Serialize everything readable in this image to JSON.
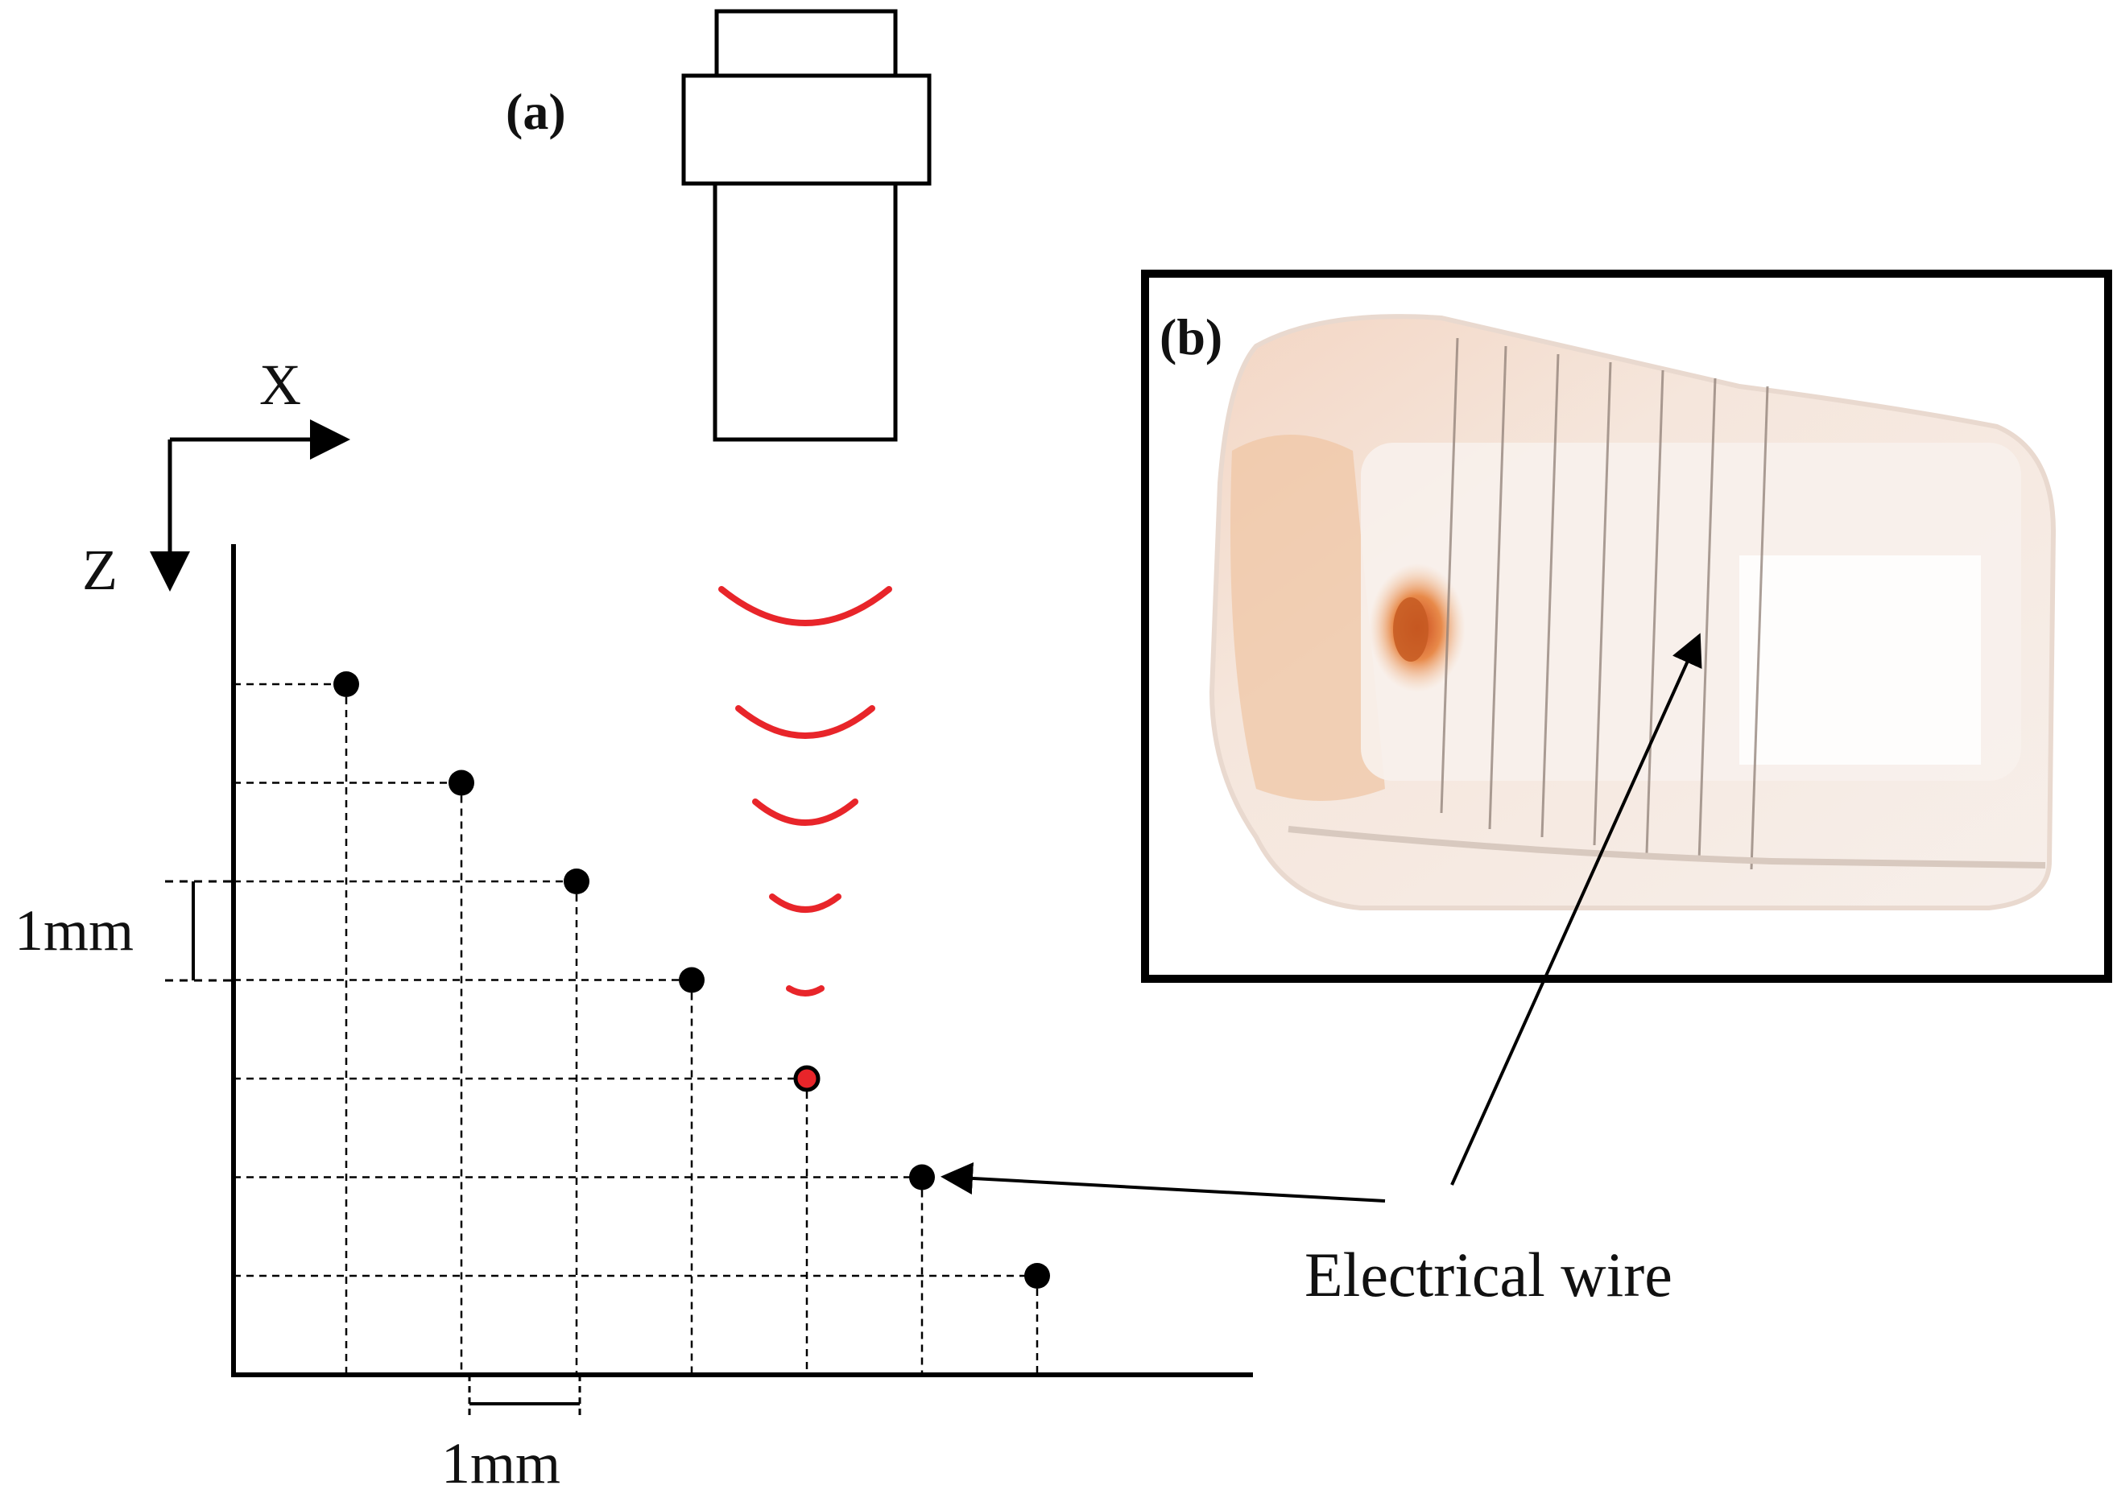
{
  "panel_a": {
    "label": "(a)",
    "axis_x_label": "X",
    "axis_z_label": "Z",
    "scale_z_label": "1mm",
    "scale_x_label": "1mm",
    "wires": [
      {
        "x": 1,
        "z": 1
      },
      {
        "x": 2,
        "z": 2
      },
      {
        "x": 3,
        "z": 3
      },
      {
        "x": 4,
        "z": 4
      },
      {
        "x": 5,
        "z": 5,
        "highlighted": true
      },
      {
        "x": 6,
        "z": 6
      },
      {
        "x": 7,
        "z": 7
      }
    ],
    "wire_color": "#000000",
    "highlight_color": "#e8252a",
    "wave_color": "#e8252a"
  },
  "panel_b": {
    "label": "(b)"
  },
  "callout": {
    "label": "Electrical wire"
  }
}
